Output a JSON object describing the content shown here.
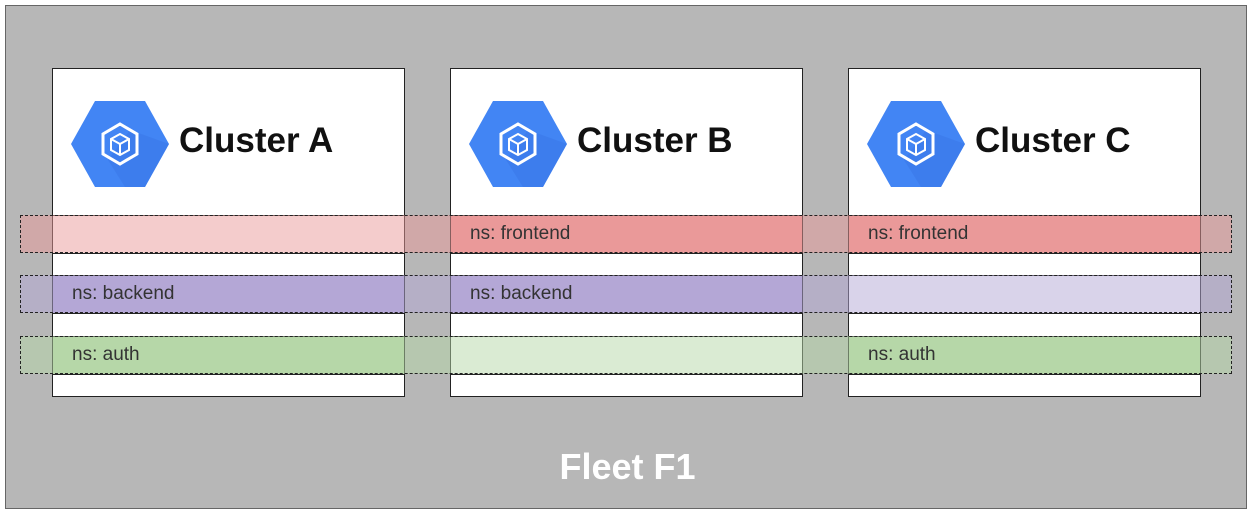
{
  "fleet": {
    "label": "Fleet F1",
    "background": "#b7b7b7"
  },
  "clusters": [
    {
      "name": "Cluster A",
      "namespaces": {
        "frontend": null,
        "backend": "ns: backend",
        "auth": "ns: auth"
      }
    },
    {
      "name": "Cluster B",
      "namespaces": {
        "frontend": "ns: frontend",
        "backend": "ns: backend",
        "auth": null
      }
    },
    {
      "name": "Cluster C",
      "namespaces": {
        "frontend": "ns: frontend",
        "backend": null,
        "auth": "ns: auth"
      }
    }
  ],
  "colors": {
    "frontend": "#ea9999",
    "backend": "#b4a7d6",
    "auth": "#b6d7a8",
    "cluster_icon": "#4285f4"
  },
  "icons": {
    "cluster": "kubernetes-engine-hexagon-icon"
  }
}
